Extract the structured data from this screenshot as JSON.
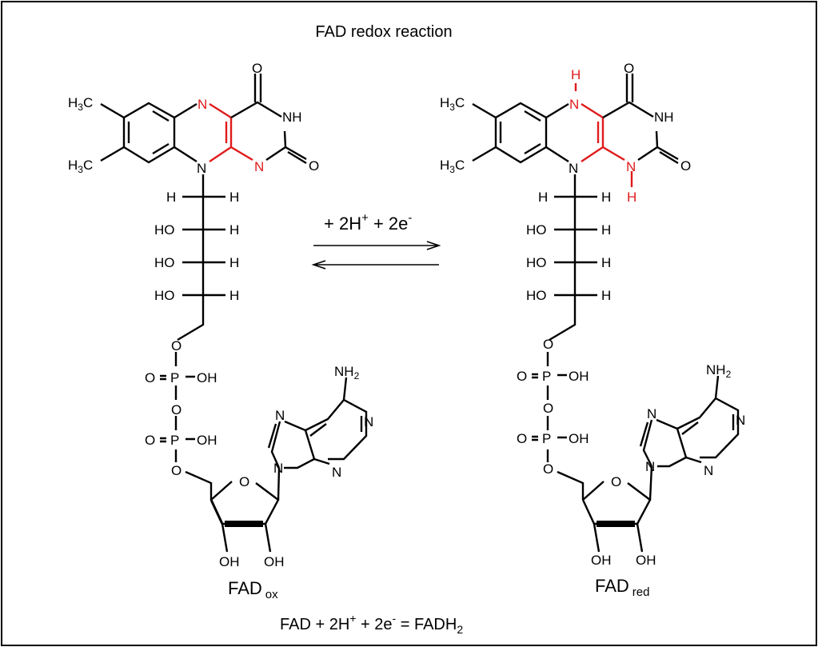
{
  "title": "FAD redox reaction",
  "reaction": {
    "forward_label": {
      "prefix": "+ 2H",
      "sup1": "+",
      "mid": " + 2e",
      "sup2": "-"
    }
  },
  "labels": {
    "ch3": "H3C",
    "n": "N",
    "nh": "NH",
    "h": "H",
    "o": "O",
    "ho": "HO",
    "oh": "OH",
    "p": "P",
    "nh2": "NH2"
  },
  "captions": {
    "ox": {
      "main": "FAD",
      "sub": "ox"
    },
    "red": {
      "main": "FAD",
      "sub": "red"
    }
  },
  "equation": {
    "a": "FAD + 2H",
    "sup1": "+",
    "b": " + 2e",
    "sup2": "-",
    "c": " = FADH",
    "sub": "2"
  },
  "colors": {
    "highlight": "#e01b1b",
    "ink": "#000000",
    "border": "#000000"
  }
}
